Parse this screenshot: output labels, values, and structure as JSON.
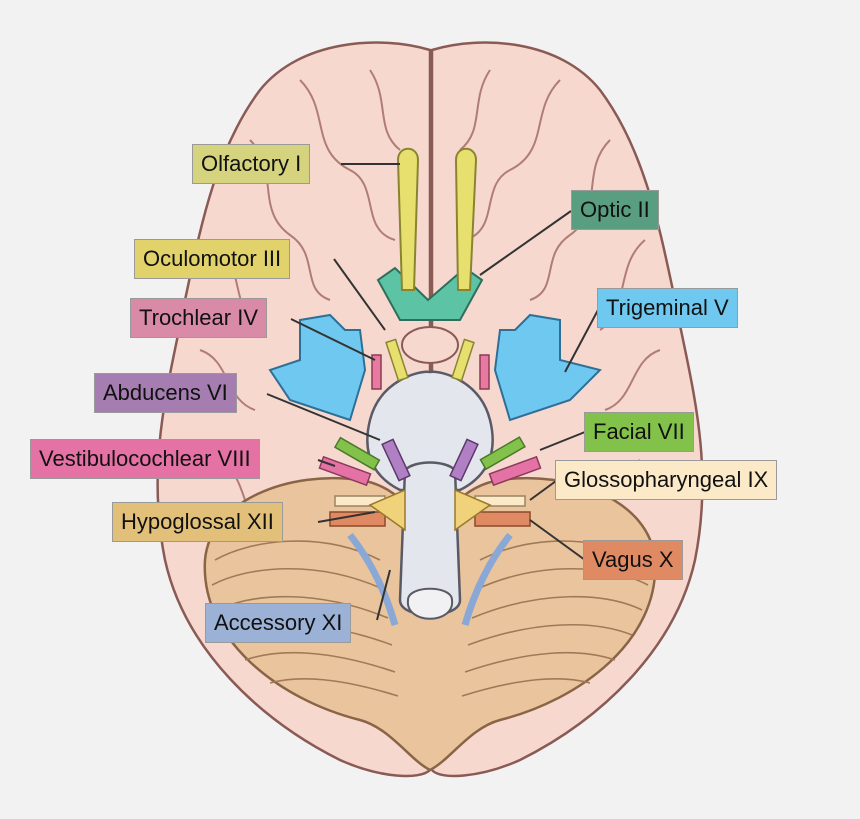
{
  "labels": {
    "olfactory": {
      "text": "Olfactory I",
      "color": "#d6d37e"
    },
    "optic": {
      "text": "Optic II",
      "color": "#5a9e82"
    },
    "oculomotor": {
      "text": "Oculomotor III",
      "color": "#e2d26c"
    },
    "trochlear": {
      "text": "Trochlear IV",
      "color": "#d98aa6"
    },
    "trigeminal": {
      "text": "Trigeminal V",
      "color": "#6ec8f0"
    },
    "abducens": {
      "text": "Abducens VI",
      "color": "#a57db0"
    },
    "facial": {
      "text": "Facial VII",
      "color": "#82c24a"
    },
    "vestibulocochlear": {
      "text": "Vestibulocochlear VIII",
      "color": "#e572a5"
    },
    "glossopharyngeal": {
      "text": "Glossopharyngeal IX",
      "color": "#fbe9c8"
    },
    "hypoglossal": {
      "text": "Hypoglossal XII",
      "color": "#e2c07a"
    },
    "vagus": {
      "text": "Vagus X",
      "color": "#df8a63"
    },
    "accessory": {
      "text": "Accessory XI",
      "color": "#9bb1d6"
    }
  },
  "colors": {
    "brain": "#f6d8cf",
    "cerebellum": "#e9c49c",
    "brainstem": "#e4e6ee"
  }
}
